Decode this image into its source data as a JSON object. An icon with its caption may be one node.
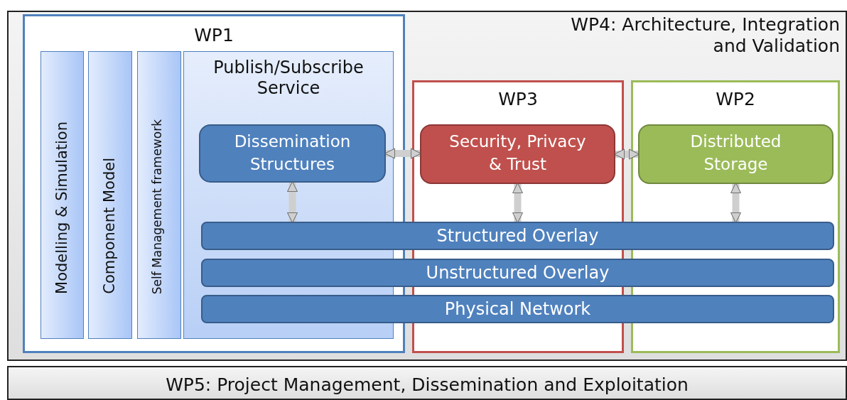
{
  "diagram": {
    "nodes": [
      {
        "text": [
          "WP4: Architecture, Integration and Validation"
        ]
      },
      {
        "text": [
          "WP1"
        ],
        "in": 0
      },
      {
        "text": [
          "Modelling & Simulation"
        ],
        "in": 1
      },
      {
        "text": [
          "Component Model"
        ],
        "in": 1
      },
      {
        "text": [
          "Self Management framework"
        ],
        "in": 1
      },
      {
        "text": [
          "Publish/Subscribe Service"
        ],
        "in": 1
      },
      {
        "text": [
          "Dissemination Structures"
        ],
        "in": 5
      },
      {
        "text": [
          "WP3"
        ],
        "in": 0
      },
      {
        "text": [
          "Security, Privacy & Trust"
        ],
        "in": 7
      },
      {
        "text": [
          "WP2"
        ],
        "in": 0
      },
      {
        "text": [
          "Distributed Storage"
        ],
        "in": 9
      },
      {
        "text": [
          "Structured Overlay"
        ],
        "in": 0
      },
      {
        "text": [
          "Unstructured Overlay"
        ],
        "in": 0
      },
      {
        "text": [
          "Physical Network"
        ],
        "in": 0
      },
      {
        "text": [
          "WP5: Project Management, Dissemination and Exploitation"
        ]
      }
    ],
    "edges": [
      {
        "from": 6,
        "to": 8,
        "arrow": "both"
      },
      {
        "from": 8,
        "to": 10,
        "arrow": "both"
      },
      {
        "from": 6,
        "to": 11,
        "arrow": "both"
      },
      {
        "from": 8,
        "to": 11,
        "arrow": "both"
      },
      {
        "from": 10,
        "to": 11,
        "arrow": "both"
      }
    ]
  }
}
